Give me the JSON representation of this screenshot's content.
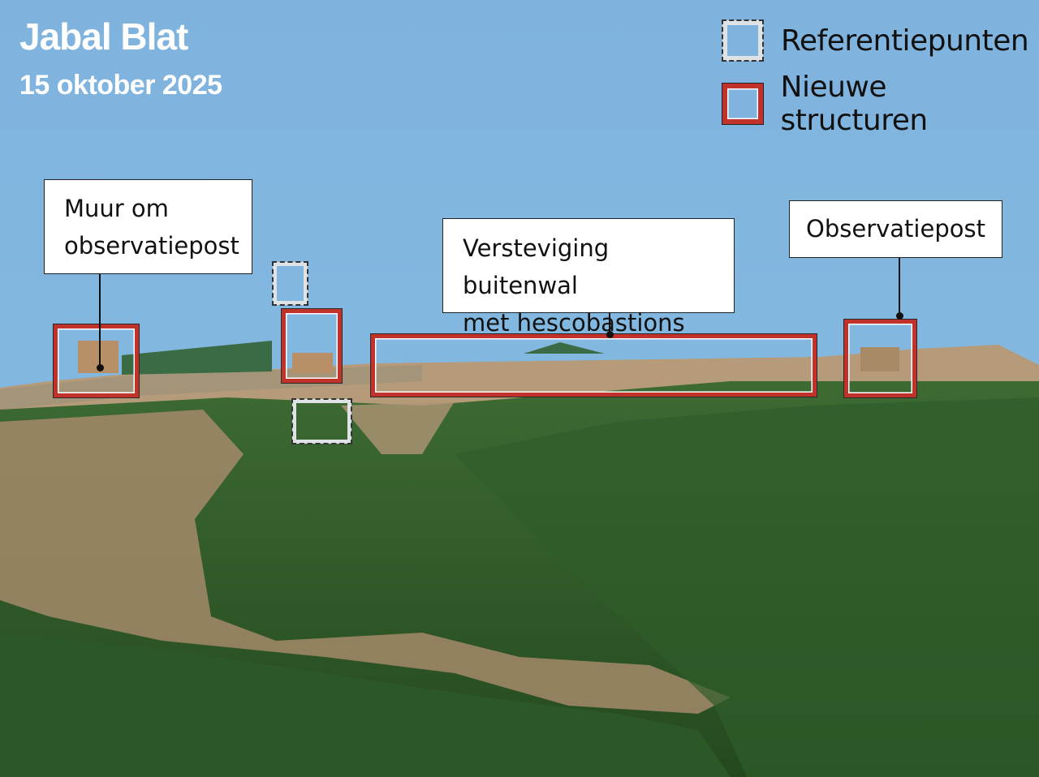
{
  "header": {
    "title": "Jabal Blat",
    "date": "15 oktober 2025"
  },
  "legend": [
    {
      "label": "Referentiepunten",
      "style": "dashed-grey"
    },
    {
      "label": "Nieuwe structuren",
      "style": "solid-red"
    }
  ],
  "callouts": [
    {
      "line1": "Muur om",
      "line2": "observatiepost"
    },
    {
      "line1": "Versteviging buitenwal",
      "line2": "met hescobastions"
    },
    {
      "line1": "Observatiepost"
    }
  ],
  "colors": {
    "sky": "#7fb4de",
    "new_structure": "#c0322a",
    "reference": "#dfe3e6",
    "vegetation": "#2f5a2a",
    "rock": "#b89a76"
  }
}
